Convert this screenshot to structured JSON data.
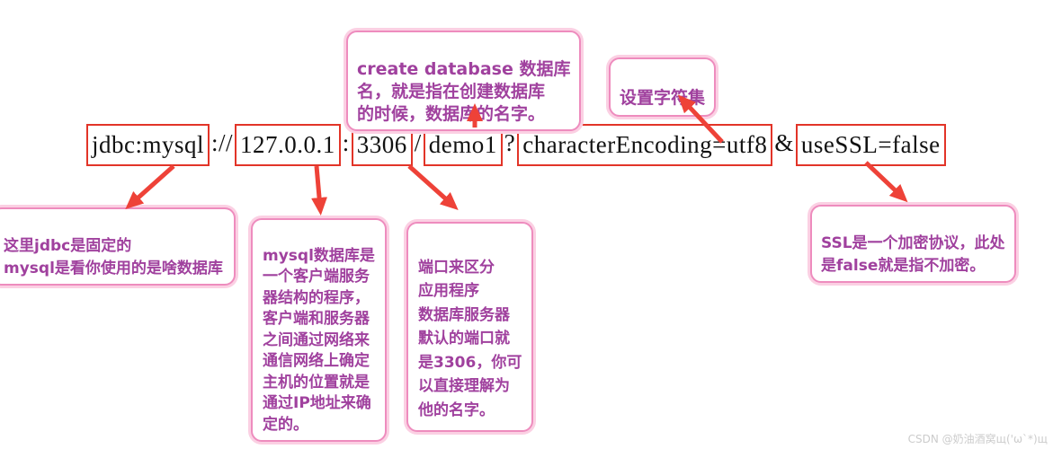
{
  "connection_string": {
    "full": "jdbc:mysql://127.0.0.1:3306/demo1?characterEncoding=utf8&useSSL=false",
    "segments": [
      {
        "name": "protocol-jdbc-mysql",
        "text": "jdbc:mysql",
        "boxed": true
      },
      {
        "name": "scheme-separator",
        "text": "://",
        "boxed": false
      },
      {
        "name": "host-ip",
        "text": "127.0.0.1",
        "boxed": true
      },
      {
        "name": "colon-separator",
        "text": ":",
        "boxed": false
      },
      {
        "name": "port-number",
        "text": "3306",
        "boxed": true
      },
      {
        "name": "slash-separator",
        "text": "/",
        "boxed": false
      },
      {
        "name": "database-name",
        "text": "demo1",
        "boxed": true
      },
      {
        "name": "query-separator",
        "text": "?",
        "boxed": false
      },
      {
        "name": "param-character-encoding",
        "text": "characterEncoding=utf8",
        "boxed": true
      },
      {
        "name": "ampersand-separator",
        "text": "&",
        "boxed": false
      },
      {
        "name": "param-use-ssl",
        "text": "useSSL=false",
        "boxed": true
      }
    ]
  },
  "callouts": {
    "create_database": {
      "text": "create database 数据库\n名，就是指在创建数据库\n的时候，数据库的名字。"
    },
    "charset": {
      "text": "设置字符集"
    },
    "jdbc": {
      "text": "这里jdbc是固定的\nmysql是看你使用的是啥数据库"
    },
    "mysql": {
      "text": "mysql数据库是\n一个客户端服务\n器结构的程序，\n客户端和服务器\n之间通过网络来\n通信网络上确定\n主机的位置就是\n通过IP地址来确\n定的。"
    },
    "port": {
      "text": "端口来区分\n应用程序\n数据库服务器\n默认的端口就\n是3306，你可\n以直接理解为\n他的名字。"
    },
    "ssl": {
      "text": "SSL是一个加密协议，此处\n是false就是指不加密。"
    }
  },
  "watermark": "CSDN @奶油酒窝щ('ω`*)щ",
  "colors": {
    "box_red": "#e23428",
    "arrow_red": "#ee4238",
    "callout_border": "#ee8cbe",
    "callout_glow": "#fbd0e3",
    "callout_text": "#a0419e",
    "string_text": "#111111",
    "watermark_gray": "#cccccc"
  }
}
